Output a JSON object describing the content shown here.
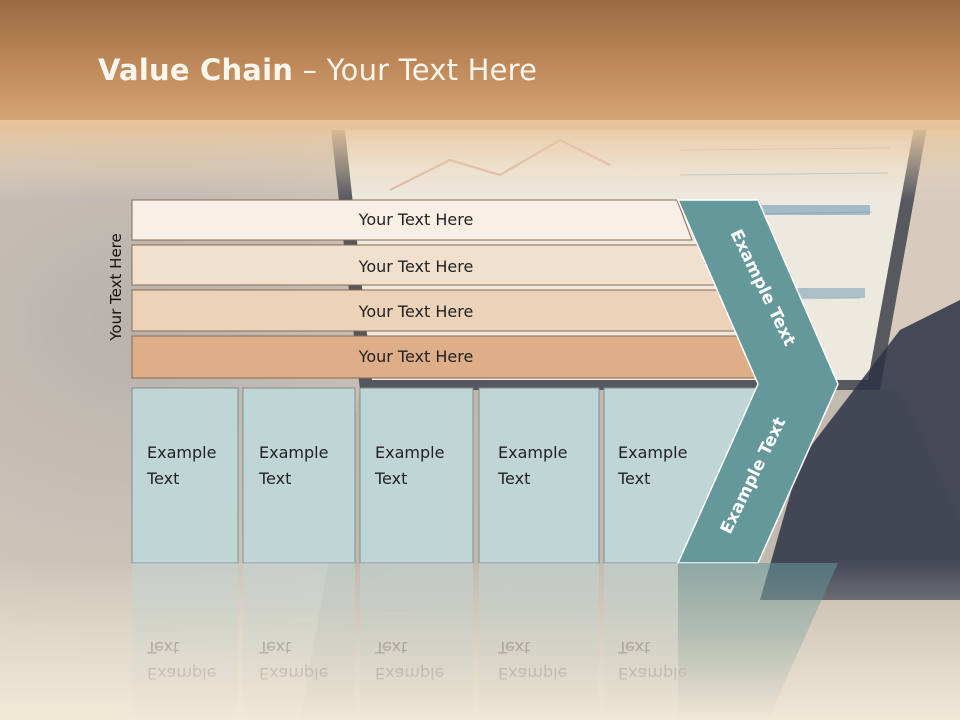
{
  "slide": {
    "title_bold": "Value Chain",
    "title_rest": " – Your Text Here",
    "side_label": "Your Text Here"
  },
  "bars": [
    {
      "label": "Your Text Here",
      "color": "#f8efe6"
    },
    {
      "label": "Your Text Here",
      "color": "#f2e0cf"
    },
    {
      "label": "Your Text Here",
      "color": "#ecd2b8"
    },
    {
      "label": "Your Text Here",
      "color": "#deae88"
    }
  ],
  "boxes": [
    {
      "line1": "Example",
      "line2": "Text"
    },
    {
      "line1": "Example",
      "line2": "Text"
    },
    {
      "line1": "Example",
      "line2": "Text"
    },
    {
      "line1": "Example",
      "line2": "Text"
    },
    {
      "line1": "Example",
      "line2": "Text"
    }
  ],
  "chevron": {
    "upper_text": "Example Text",
    "lower_text": "Example Text",
    "color": "#64989a"
  },
  "colors": {
    "box_fill": "#c0d6d6",
    "header_brown": "#b27a4c"
  }
}
